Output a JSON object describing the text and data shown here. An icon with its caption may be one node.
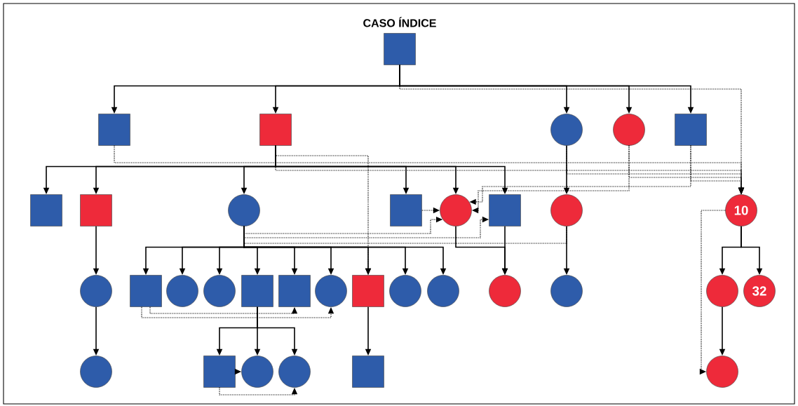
{
  "diagram": {
    "nodes": [
      {
        "text": [],
        "shape": "box",
        "beside": [
          "CASO ÍNDICE"
        ]
      },
      {
        "text": [],
        "shape": "box"
      },
      {
        "text": [],
        "shape": "box"
      },
      {
        "text": [],
        "shape": "circle"
      },
      {
        "text": [],
        "shape": "circle"
      },
      {
        "text": [],
        "shape": "box"
      },
      {
        "text": [],
        "shape": "box"
      },
      {
        "text": [],
        "shape": "box"
      },
      {
        "text": [],
        "shape": "circle"
      },
      {
        "text": [],
        "shape": "box"
      },
      {
        "text": [],
        "shape": "circle"
      },
      {
        "text": [],
        "shape": "box"
      },
      {
        "text": [],
        "shape": "circle"
      },
      {
        "text": [
          "10"
        ]
      },
      {
        "text": [],
        "shape": "circle"
      },
      {
        "text": [],
        "shape": "box"
      },
      {
        "text": [],
        "shape": "circle"
      },
      {
        "text": [],
        "shape": "circle"
      },
      {
        "text": [],
        "shape": "box"
      },
      {
        "text": [],
        "shape": "box"
      },
      {
        "text": [],
        "shape": "circle"
      },
      {
        "text": [],
        "shape": "box"
      },
      {
        "text": [],
        "shape": "circle"
      },
      {
        "text": [],
        "shape": "circle"
      },
      {
        "text": [],
        "shape": "circle"
      },
      {
        "text": [],
        "shape": "circle"
      },
      {
        "text": [],
        "shape": "circle"
      },
      {
        "text": [
          "32"
        ]
      },
      {
        "text": [],
        "shape": "circle"
      },
      {
        "text": [],
        "shape": "box"
      },
      {
        "text": [],
        "shape": "circle"
      },
      {
        "text": [],
        "shape": "circle"
      },
      {
        "text": [],
        "shape": "box"
      },
      {
        "text": [],
        "shape": "circle"
      }
    ],
    "edges": [
      {
        "from": 0,
        "to": 1,
        "arrow": "to"
      },
      {
        "from": 0,
        "to": 2,
        "arrow": "to"
      },
      {
        "from": 0,
        "to": 3,
        "arrow": "to"
      },
      {
        "from": 0,
        "to": 4,
        "arrow": "to"
      },
      {
        "from": 0,
        "to": 5,
        "arrow": "to"
      },
      {
        "from": 2,
        "to": 6,
        "arrow": "to"
      },
      {
        "from": 2,
        "to": 7,
        "arrow": "to"
      },
      {
        "from": 2,
        "to": 8,
        "arrow": "to"
      },
      {
        "from": 2,
        "to": 9,
        "arrow": "to"
      },
      {
        "from": 2,
        "to": 10,
        "arrow": "to"
      },
      {
        "from": 2,
        "to": 11,
        "arrow": "to"
      },
      {
        "from": 3,
        "to": 12,
        "arrow": "to"
      },
      {
        "from": 7,
        "to": 14,
        "arrow": "to"
      },
      {
        "from": 14,
        "to": 28,
        "arrow": "to"
      },
      {
        "from": 8,
        "to": 15,
        "arrow": "to"
      },
      {
        "from": 8,
        "to": 16,
        "arrow": "to"
      },
      {
        "from": 8,
        "to": 17,
        "arrow": "to"
      },
      {
        "from": 8,
        "to": 18,
        "arrow": "to"
      },
      {
        "from": 8,
        "to": 19,
        "arrow": "to"
      },
      {
        "from": 8,
        "to": 20,
        "arrow": "to"
      },
      {
        "from": 8,
        "to": 21,
        "arrow": "to"
      },
      {
        "from": 8,
        "to": 22,
        "arrow": "to"
      },
      {
        "from": 8,
        "to": 23,
        "arrow": "to"
      },
      {
        "from": 10,
        "to": 24,
        "arrow": "to"
      },
      {
        "from": 11,
        "to": 24,
        "arrow": "to"
      },
      {
        "from": 12,
        "to": 25,
        "arrow": "to"
      },
      {
        "from": 13,
        "to": 26,
        "arrow": "to"
      },
      {
        "from": 13,
        "to": 27,
        "arrow": "to"
      },
      {
        "from": 26,
        "to": 33,
        "arrow": "to"
      },
      {
        "from": 18,
        "to": 29,
        "arrow": "to"
      },
      {
        "from": 18,
        "to": 30,
        "arrow": "to"
      },
      {
        "from": 18,
        "to": 31,
        "arrow": "to"
      },
      {
        "from": 21,
        "to": 32,
        "arrow": "to"
      },
      {
        "from": 0,
        "to": 13,
        "arrow": "to",
        "style": "dashed"
      },
      {
        "from": 1,
        "to": 13,
        "arrow": "to",
        "style": "dashed"
      },
      {
        "from": 2,
        "to": 13,
        "arrow": "to",
        "style": "dashed"
      },
      {
        "from": 3,
        "to": 13,
        "arrow": "to",
        "style": "dashed"
      },
      {
        "from": 4,
        "to": 13,
        "arrow": "to",
        "style": "dashed"
      },
      {
        "from": 5,
        "to": 13,
        "arrow": "to",
        "style": "dashed"
      },
      {
        "from": 2,
        "to": 21,
        "arrow": "to",
        "style": "dashed"
      },
      {
        "from": 8,
        "to": 10,
        "arrow": "to",
        "style": "dashed"
      },
      {
        "from": 8,
        "to": 11,
        "arrow": "to",
        "style": "dashed"
      },
      {
        "from": 9,
        "to": 10,
        "arrow": "to",
        "style": "dashed"
      },
      {
        "from": 4,
        "to": 10,
        "arrow": "to",
        "style": "dashed"
      },
      {
        "from": 5,
        "to": 10,
        "arrow": "to",
        "style": "dashed"
      },
      {
        "from": 8,
        "to": 12,
        "arrow": "none",
        "style": "dashed"
      },
      {
        "from": 15,
        "to": 19,
        "arrow": "to",
        "style": "dashed"
      },
      {
        "from": 15,
        "to": 20,
        "arrow": "to",
        "style": "dashed"
      },
      {
        "from": 29,
        "to": 30,
        "arrow": "to",
        "style": "dashed"
      },
      {
        "from": 29,
        "to": 31,
        "arrow": "to",
        "style": "dashed"
      },
      {
        "from": 13,
        "to": 33,
        "arrow": "to",
        "style": "dashed"
      }
    ]
  }
}
